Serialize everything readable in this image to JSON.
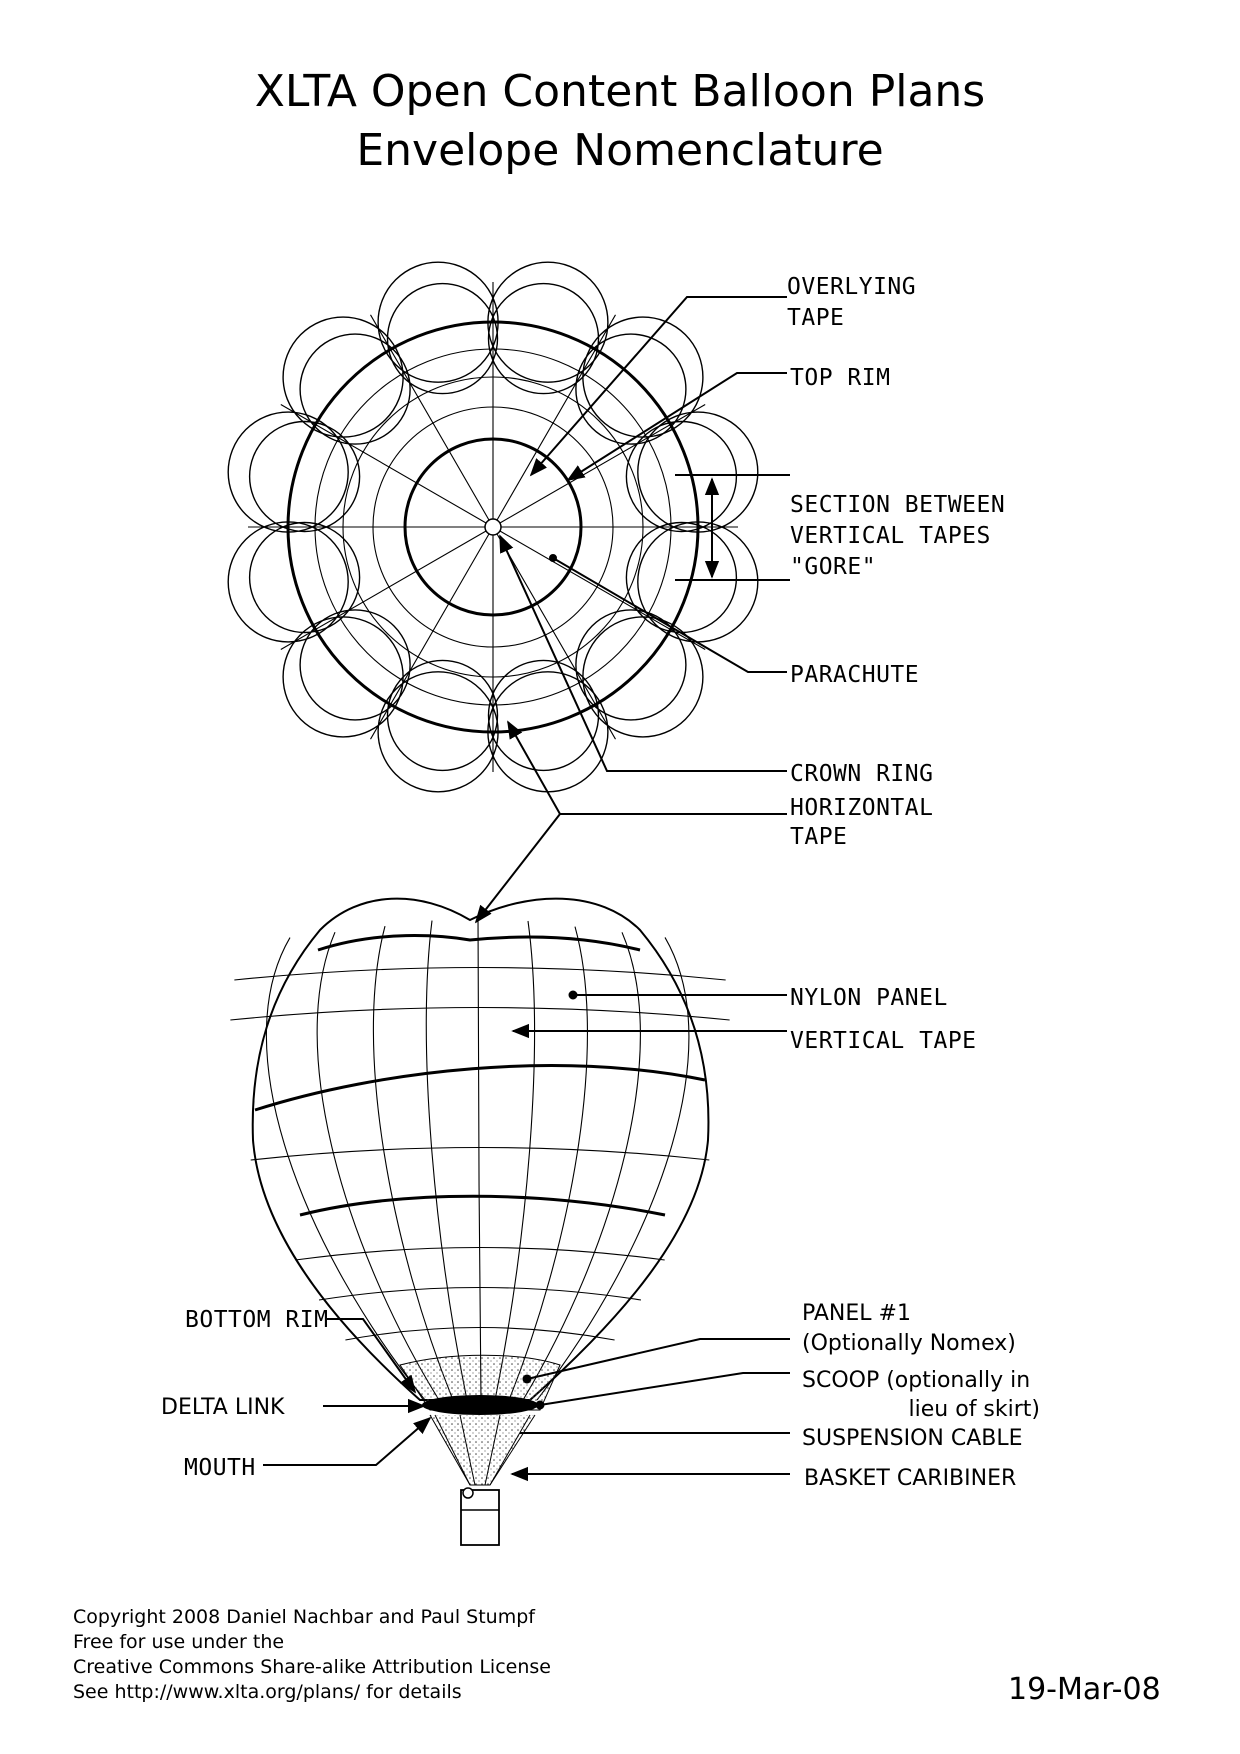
{
  "header": {
    "title_line1": "XLTA Open Content Balloon Plans",
    "title_line2": "Envelope Nomenclature"
  },
  "labels": {
    "overlying_tape_1": "OVERLYING",
    "overlying_tape_2": "TAPE",
    "top_rim": "TOP RIM",
    "gore_1": "SECTION BETWEEN",
    "gore_2": "VERTICAL TAPES",
    "gore_3": "\"GORE\"",
    "parachute": "PARACHUTE",
    "crown_ring": "CROWN RING",
    "horizontal_tape_1": "HORIZONTAL",
    "horizontal_tape_2": "TAPE",
    "nylon_panel": "NYLON PANEL",
    "vertical_tape": "VERTICAL TAPE",
    "bottom_rim": "BOTTOM RIM",
    "delta_link": "DELTA LINK",
    "mouth": "MOUTH",
    "panel1_1": "PANEL #1",
    "panel1_2": "(Optionally Nomex)",
    "scoop_1": "SCOOP (optionally in",
    "scoop_2": "lieu of skirt)",
    "suspension_cable": "SUSPENSION CABLE",
    "basket_caribiner": "BASKET CARIBINER"
  },
  "footer": {
    "line1": "Copyright 2008 Daniel Nachbar and Paul Stumpf",
    "line2": "Free for use under the",
    "line3": "Creative Commons Share-alike Attribution License",
    "line4": "See http://www.xlta.org/plans/ for details",
    "date": "19-Mar-08"
  }
}
